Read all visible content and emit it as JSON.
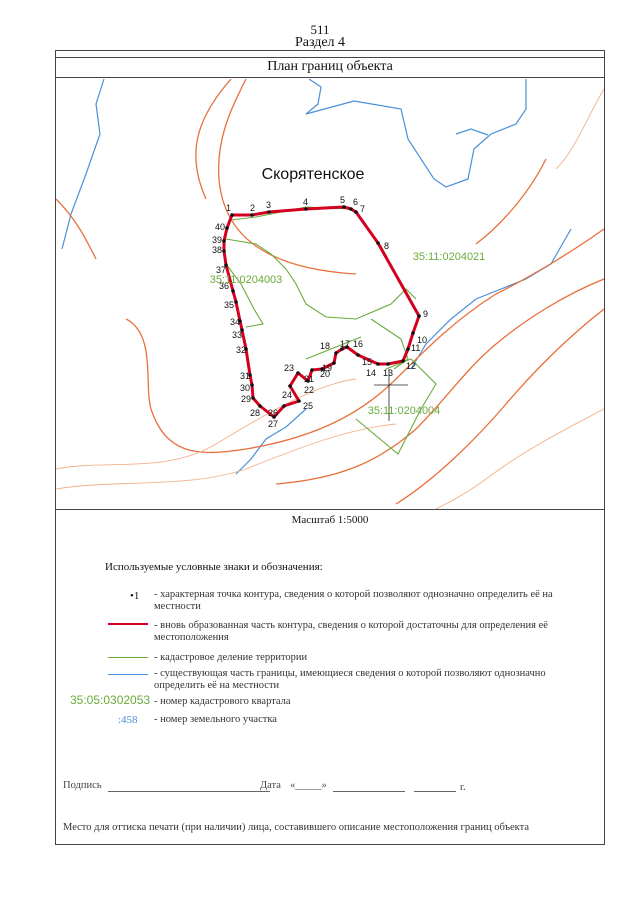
{
  "page_number": "511",
  "section": "Раздел 4",
  "plan_title": "План границ объекта",
  "map": {
    "settlement": "Скорятенское",
    "quarters": [
      "35:11:0204003",
      "35:11:0204021",
      "35:11:0204004"
    ],
    "point_labels": [
      "1",
      "2",
      "3",
      "4",
      "5",
      "6",
      "7",
      "8",
      "9",
      "10",
      "11",
      "12",
      "13",
      "14",
      "15",
      "16",
      "17",
      "18",
      "19",
      "20",
      "21",
      "22",
      "23",
      "24",
      "25",
      "26",
      "27",
      "28",
      "29",
      "30",
      "31",
      "32",
      "33",
      "34",
      "35",
      "36",
      "37",
      "38",
      "39",
      "40"
    ],
    "colors": {
      "boundary": "#d40020",
      "contour": "#e8703a",
      "contour_light": "#f2b08a",
      "cadastral": "#6aab3c",
      "existing_border": "#4a90d9",
      "point": "#111111"
    }
  },
  "scale": "Масштаб 1:5000",
  "legend": {
    "title": "Используемые условные знаки и обозначения:",
    "point_symbol_num": "1",
    "point_text": "- характерная точка контура, сведения о которой позволяют однозначно определить её на местности",
    "new_part_text": "- вновь образованная часть контура, сведения о которой достаточны для  определения её местоположения",
    "cadastral_text": "- кадастровое деление территории",
    "existing_text": "- существующая часть границы, имеющиеся сведения о которой позволяют однозначно определить её на местности",
    "quarter_sample": "35:05:0302053",
    "quarter_text": "- номер кадастрового квартала",
    "parcel_sample": ":458",
    "parcel_text": "- номер земельного участка"
  },
  "signature": {
    "label": "Подпись",
    "date_label": "Дата",
    "date_day": "«_____»",
    "year_suffix": "г."
  },
  "stamp_text": "Место для оттиска печати (при наличии) лица, составившего описание местоположения границ объекта"
}
